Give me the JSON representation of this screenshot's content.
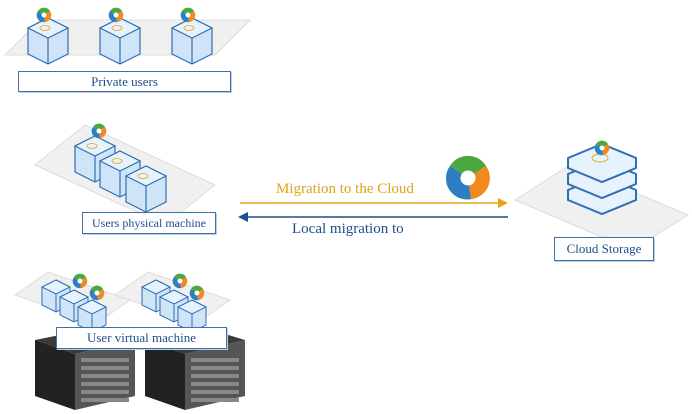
{
  "labels": {
    "private_users": "Private users",
    "physical_machine": "Users physical machine",
    "virtual_machine": "User virtual machine",
    "cloud_storage": "Cloud Storage"
  },
  "arrows": {
    "to_cloud": "Migration to the Cloud",
    "to_local": "Local migration to"
  },
  "colors": {
    "to_cloud": "#e3a21a",
    "to_local": "#1f4e8c",
    "cube_fill": "#cfe4f7",
    "cube_stroke": "#2f6fb5",
    "platform": "#f0f0f0"
  },
  "icons": {
    "logo": "trefoil-logo-icon",
    "cube": "user-cube-icon",
    "server_rack": "server-rack-icon"
  }
}
